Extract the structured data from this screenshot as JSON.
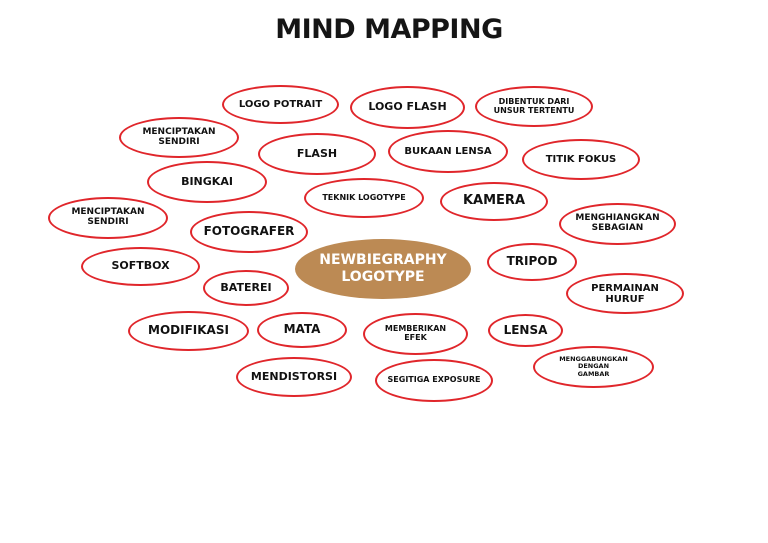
{
  "title": "MIND MAPPING",
  "center": "NEWBIEGRAPHY\nLOGOTYPE",
  "nodes": {
    "logo_potrait": "LOGO POTRAIT",
    "logo_flash": "LOGO FLASH",
    "dibentuk": "DIBENTUK DARI\nUNSUR TERTENTU",
    "menciptakan_1": "MENCIPTAKAN\nSENDIRI",
    "flash": "FLASH",
    "bukaan_lensa": "BUKAAN LENSA",
    "titik_fokus": "TITIK FOKUS",
    "bingkai": "BINGKAI",
    "teknik_logotype": "TEKNIK LOGOTYPE",
    "kamera": "KAMERA",
    "menciptakan_2": "MENCIPTAKAN\nSENDIRI",
    "fotografer": "FOTOGRAFER",
    "menghiangkan": "MENGHIANGKAN\nSEBAGIAN",
    "softbox": "SOFTBOX",
    "tripod": "TRIPOD",
    "baterei": "BATEREI",
    "permainan_huruf": "PERMAINAN\nHURUF",
    "modifikasi": "MODIFIKASI",
    "mata": "MATA",
    "memberikan_efek": "MEMBERIKAN\nEFEK",
    "lensa": "LENSA",
    "menggabungkan": "MENGGABUNGKAN\nDENGAN\nGAMBAR",
    "mendistorsi": "MENDISTORSI",
    "segitiga_exposure": "SEGITIGA EXPOSURE"
  },
  "colors": {
    "node_border": "#e0262b",
    "center_fill": "#bc8a54",
    "center_text": "#ffffff",
    "title_text": "#151515"
  }
}
